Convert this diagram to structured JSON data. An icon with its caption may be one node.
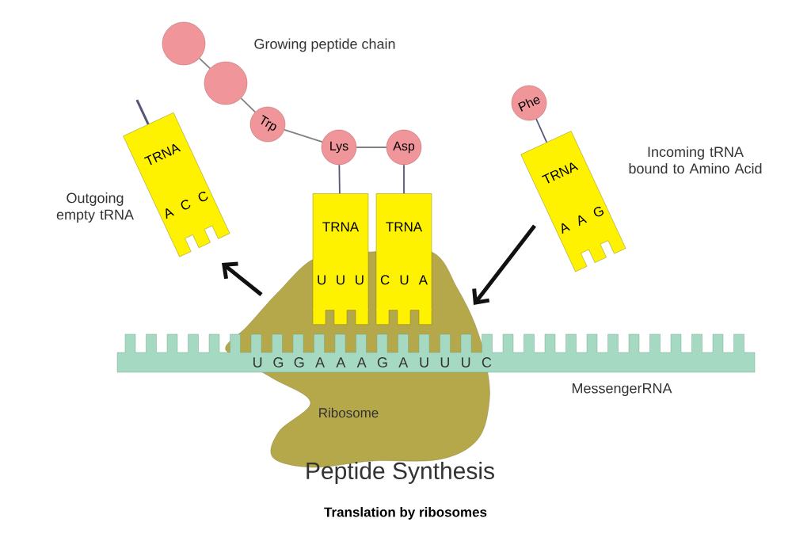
{
  "diagram": {
    "title": "Peptide Synthesis",
    "caption": "Translation by ribosomes",
    "nodes": [
      {
        "text": [],
        "shape": "circle"
      },
      {
        "text": [],
        "shape": "circle"
      },
      {
        "text": [
          "Trp"
        ]
      },
      {
        "text": [
          "Lys"
        ]
      },
      {
        "text": [
          "Asp"
        ]
      },
      {
        "text": [
          "Phe"
        ]
      },
      {
        "text": [
          "TRNA",
          "A",
          "C",
          "C"
        ],
        "beside": [
          "Outgoing empty tRNA"
        ]
      },
      {
        "text": [
          "TRNA",
          "U",
          "U",
          "U"
        ]
      },
      {
        "text": [
          "TRNA",
          "C",
          "U",
          "A"
        ]
      },
      {
        "text": [
          "TRNA",
          "A",
          "A",
          "G"
        ],
        "beside": [
          "Incoming tRNA bound to Amino Acid"
        ]
      },
      {
        "text": [
          "U",
          "G",
          "G",
          "A",
          "A",
          "A",
          "G",
          "A",
          "U",
          "U",
          "U",
          "C"
        ],
        "beside": [
          "MessengerRNA"
        ]
      },
      {
        "text": [
          "Ribosome"
        ]
      }
    ],
    "edges": [
      {
        "from": 0,
        "to": 1,
        "arrow": "none"
      },
      {
        "from": 1,
        "to": 2,
        "arrow": "none"
      },
      {
        "from": 2,
        "to": 3,
        "arrow": "none"
      },
      {
        "from": 3,
        "to": 4,
        "arrow": "none"
      },
      {
        "from": 3,
        "to": 7,
        "arrow": "none",
        "color": "#55557a"
      },
      {
        "from": 4,
        "to": 8,
        "arrow": "none",
        "color": "#55557a"
      },
      {
        "from": 5,
        "to": 9,
        "arrow": "none",
        "color": "#55557a"
      },
      {
        "from": 11,
        "to": 6,
        "arrow": "to",
        "color": "#111111",
        "style": "thick"
      },
      {
        "from": 9,
        "to": 11,
        "arrow": "to",
        "color": "#111111",
        "style": "thick"
      }
    ],
    "labels": [
      "Growing peptide chain"
    ]
  }
}
